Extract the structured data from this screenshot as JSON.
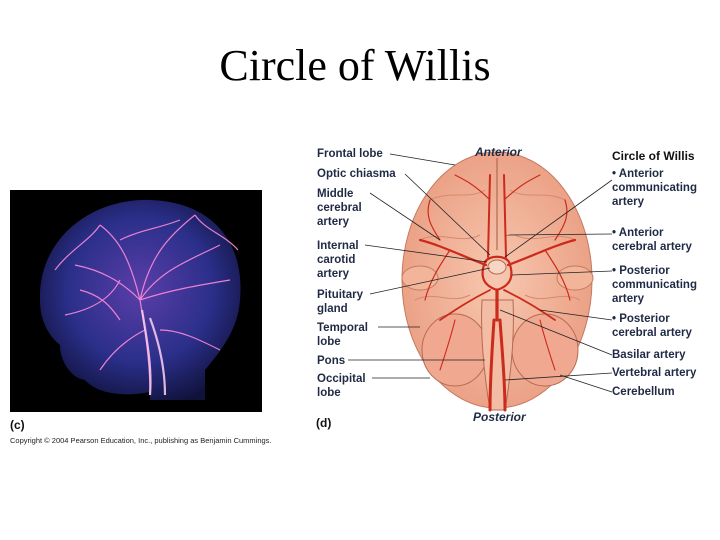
{
  "title": "Circle of Willis",
  "panel_c": {
    "letter": "(c)"
  },
  "panel_d": {
    "letter": "(d)",
    "anterior": "Anterior",
    "posterior": "Posterior",
    "left_labels": [
      "Frontal lobe",
      "Optic chiasma",
      "Middle\ncerebral\nartery",
      "Internal\ncarotid\nartery",
      "Pituitary\ngland",
      "Temporal\nlobe",
      "Pons",
      "Occipital\nlobe"
    ],
    "right_heading": "Circle of Willis",
    "right_labels": [
      "• Anterior\n   communicating\n   artery",
      "• Anterior\n   cerebral artery",
      "• Posterior\n   communicating\n   artery",
      "• Posterior\n   cerebral artery",
      "Basilar artery",
      "Vertebral artery",
      "Cerebellum"
    ]
  },
  "copyright": "Copyright © 2004 Pearson Education, Inc., publishing as Benjamin Cummings.",
  "colors": {
    "artery": "#cc2a1a",
    "brain": "#f4b79b",
    "scan_bg": "#2b2f8a",
    "scan_vessel": "#ff8ad8"
  }
}
